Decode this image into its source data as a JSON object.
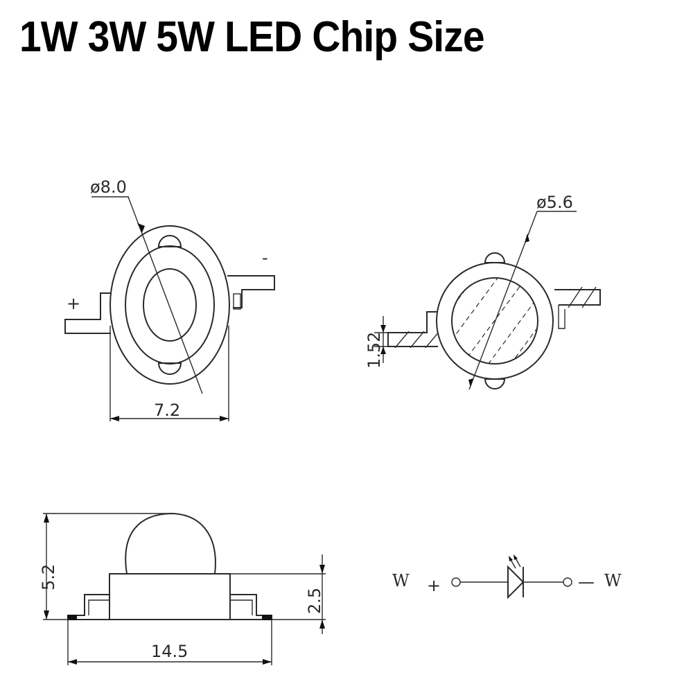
{
  "title": "1W 3W 5W LED Chip Size",
  "top_view": {
    "diameter_label": "ø8.0",
    "width_label": "7.2",
    "plus_label": "+",
    "minus_label": "-"
  },
  "angled_view": {
    "diameter_label": "ø5.6",
    "lead_label": "1.52"
  },
  "side_view": {
    "height_label": "5.2",
    "base_height_label": "2.5",
    "length_label": "14.5"
  },
  "symbol": {
    "left_label": "W",
    "left_sign": "+",
    "right_sign": "—",
    "right_label": "W"
  }
}
